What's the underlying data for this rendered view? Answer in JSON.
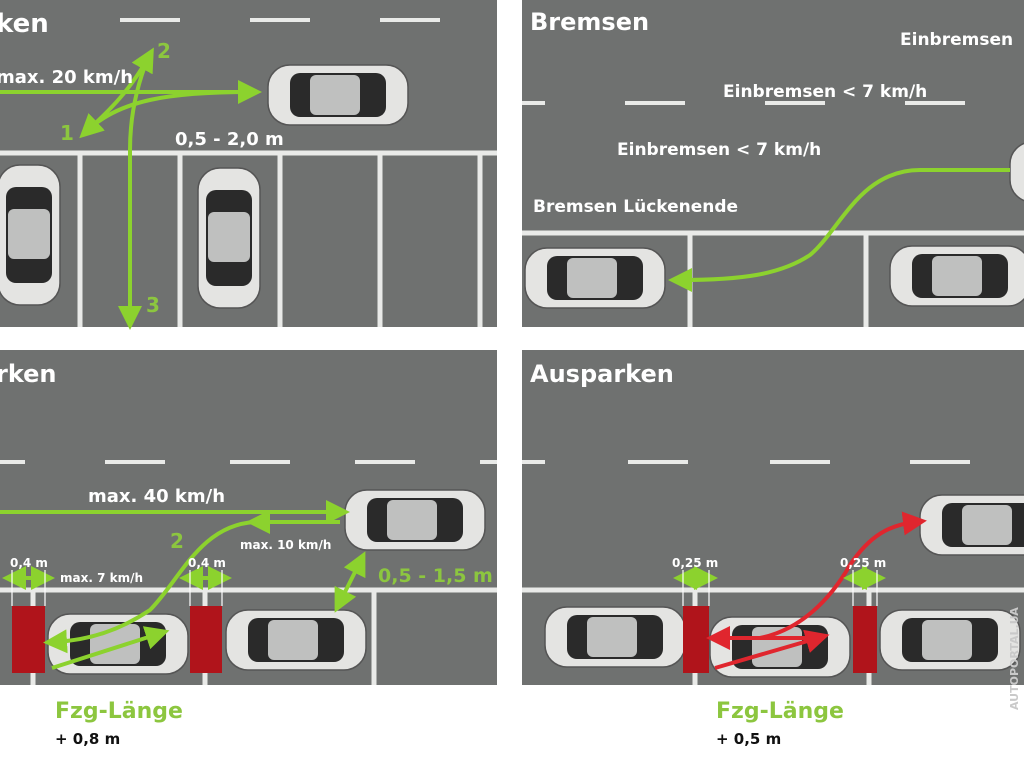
{
  "panels": {
    "top_left": {
      "title": "ken",
      "speed": "max. 20 km/h",
      "distance": "0,5 - 2,0 m",
      "step1": "1",
      "step2": "2",
      "step3": "3"
    },
    "top_right": {
      "title": "Bremsen",
      "label_a": "Einbremsen",
      "label_b": "Einbremsen < 7 km/h",
      "label_c": "Einbremsen < 7 km/h",
      "label_d": "Bremsen Lückenende"
    },
    "bottom_left": {
      "title": "rken",
      "speed_main": "max. 40 km/h",
      "step2": "2",
      "speed_10": "max. 10 km/h",
      "gap_left": "0,4 m",
      "gap_right": "0,4 m",
      "speed_7": "max. 7 km/h",
      "distance": "0,5 - 1,5 m",
      "length_label": "Fzg-Länge",
      "length_add": "+ 0,8 m"
    },
    "bottom_right": {
      "title": "Ausparken",
      "gap_left": "0,25 m",
      "gap_right": "0,25 m",
      "length_label": "Fzg-Länge",
      "length_add": "+ 0,5 m"
    }
  },
  "watermark": "AUTOPORTAL.UA",
  "colors": {
    "green": "#8cc63f",
    "red": "#e0262e",
    "block": "#b0141b",
    "asphalt": "#6f7170"
  }
}
